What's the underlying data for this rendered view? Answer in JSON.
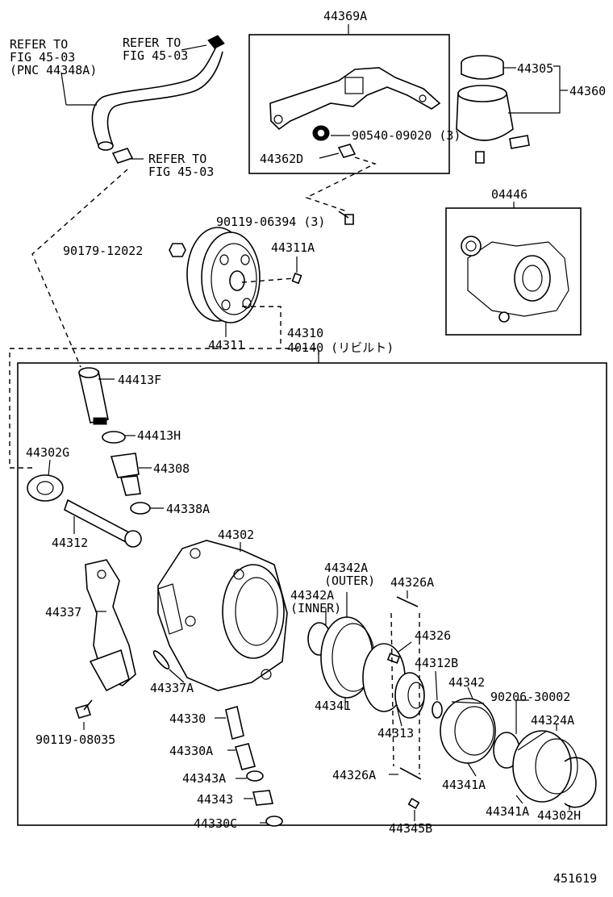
{
  "diagram_id": "451619",
  "refer_notes": [
    {
      "id": "refer-hose-left",
      "lines": [
        "REFER TO",
        "FIG 45-03",
        "(PNC 44348A)"
      ]
    },
    {
      "id": "refer-hose-top",
      "lines": [
        "REFER TO",
        "FIG 45-03"
      ]
    },
    {
      "id": "refer-clamp",
      "lines": [
        "REFER TO",
        "FIG 45-03"
      ]
    }
  ],
  "labels": {
    "p44369A": "44369A",
    "p44305": "44305",
    "p44360": "44360",
    "p90540": "90540-09020 (3)",
    "p44362D": "44362D",
    "p04446": "04446",
    "p90119_06394": "90119-06394 (3)",
    "p90179": "90179-12022",
    "p44311A": "44311A",
    "p44311": "44311",
    "p44310": "44310",
    "p40140": "40140 (リビルト)",
    "p44413F": "44413F",
    "p44413H": "44413H",
    "p44302G": "44302G",
    "p44308": "44308",
    "p44338A": "44338A",
    "p44312": "44312",
    "p44302": "44302",
    "p44342A_outer_num": "44342A",
    "p44342A_outer_tag": "(OUTER)",
    "p44342A_inner_num": "44342A",
    "p44342A_inner_tag": "(INNER)",
    "p44326A_top": "44326A",
    "p44337": "44337",
    "p44326": "44326",
    "p44312B": "44312B",
    "p44342": "44342",
    "p90206": "90206-30002",
    "p44337A": "44337A",
    "p44341": "44341",
    "p44313": "44313",
    "p44324A": "44324A",
    "p44330": "44330",
    "p90119_08035": "90119-08035",
    "p44330A": "44330A",
    "p44343A": "44343A",
    "p44326A_bottom": "44326A",
    "p44341A_1": "44341A",
    "p44343": "44343",
    "p44341A_2": "44341A",
    "p44330C": "44330C",
    "p44345B": "44345B",
    "p44302H": "44302H"
  }
}
